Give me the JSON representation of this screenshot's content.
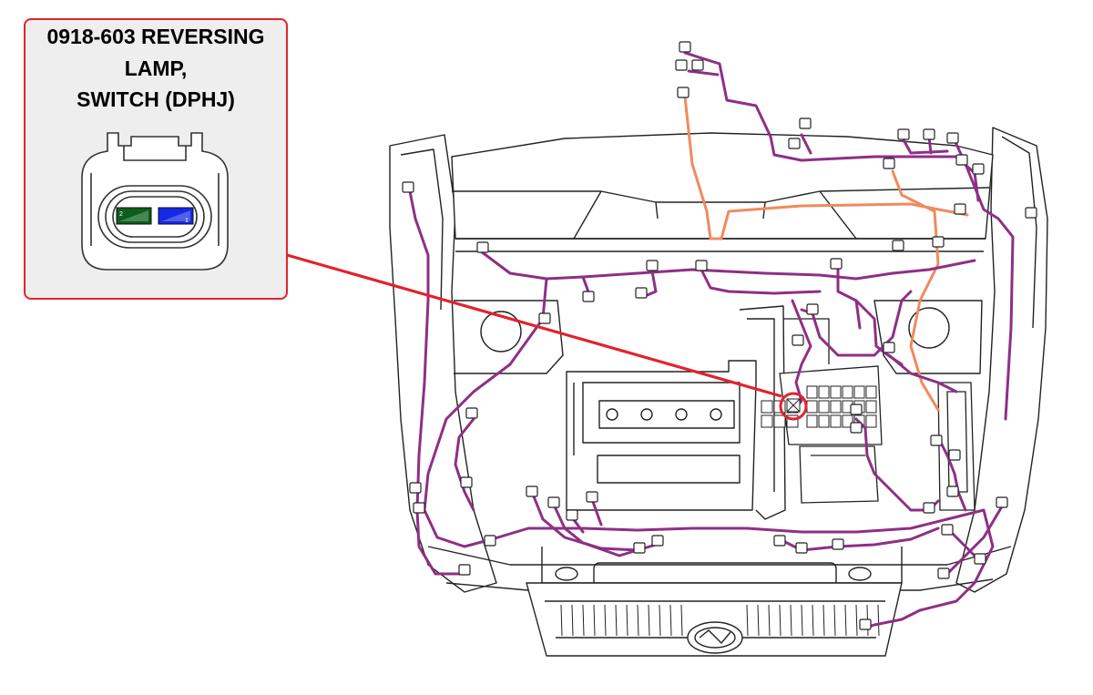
{
  "callout": {
    "title_lines": [
      "0918-603 REVERSING",
      "LAMP,",
      "SWITCH (DPHJ)"
    ],
    "border_color": "#e0242b",
    "panel_color": "#eeeeee"
  },
  "connector": {
    "pins": [
      {
        "label": "2",
        "wire_color": "#0b5e1c"
      },
      {
        "label": "1",
        "wire_color": "#1428e6"
      }
    ]
  },
  "colors": {
    "leader_line": "#e0242b",
    "harness_main": "#8e2f86",
    "harness_aux": "#f08a5d",
    "body_outline": "#222222"
  },
  "icons": {
    "vehicle": "vehicle-engine-bay-icon",
    "emblem": "grille-emblem-icon"
  }
}
